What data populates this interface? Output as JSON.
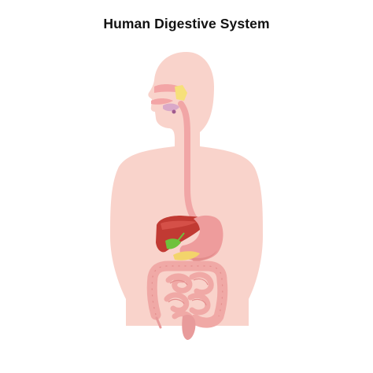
{
  "title": "Human Digestive System",
  "colors": {
    "body": "#f9d3cb",
    "esophagus": "#f1a6a6",
    "stomach": "#ee9c9c",
    "liver": "#c13a33",
    "gallbladder": "#6ec23c",
    "pancreas": "#f3d46b",
    "intestine": "#f0a9a6",
    "intestine_shadow": "#e38d8c",
    "salivary_gland": "#f6e07a",
    "tongue": "#d9a9c9"
  },
  "icons": {
    "body": "human-torso-silhouette",
    "organs": [
      "mouth",
      "salivary-gland",
      "esophagus",
      "liver",
      "gallbladder",
      "stomach",
      "pancreas",
      "small-intestine",
      "large-intestine",
      "appendix",
      "rectum"
    ]
  }
}
